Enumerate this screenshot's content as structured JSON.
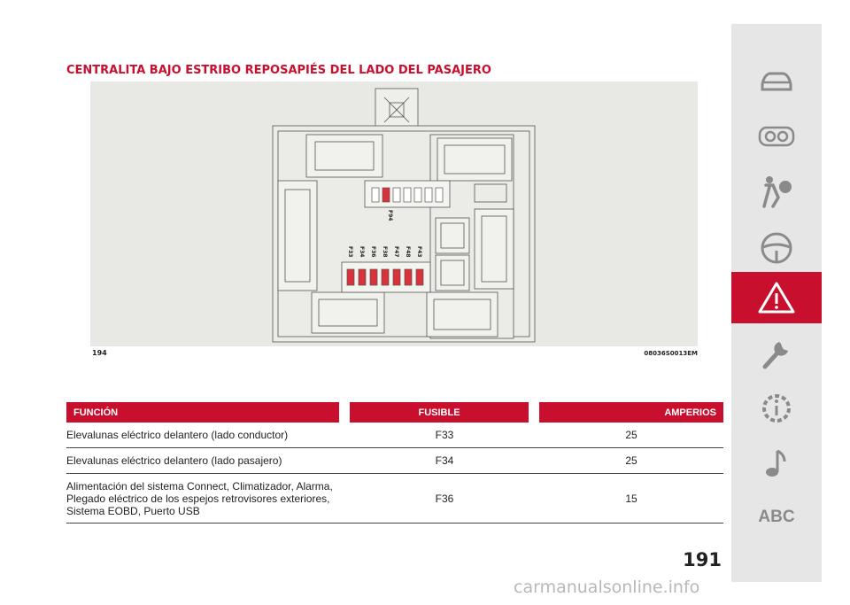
{
  "section_title": "CENTRALITA BAJO ESTRIBO REPOSAPIÉS DEL LADO DEL PASAJERO",
  "figure": {
    "number": "194",
    "code": "08036S0013EM",
    "fuse_labels": [
      "F33",
      "F34",
      "F36",
      "F38",
      "F47",
      "F48",
      "F43"
    ],
    "top_label": "F94"
  },
  "table": {
    "headers": [
      "FUNCIÓN",
      "FUSIBLE",
      "AMPERIOS"
    ],
    "rows": [
      {
        "funcion": "Elevalunas eléctrico delantero (lado conductor)",
        "fusible": "F33",
        "amperios": "25"
      },
      {
        "funcion": "Elevalunas eléctrico delantero (lado pasajero)",
        "fusible": "F34",
        "amperios": "25"
      },
      {
        "funcion_lines": [
          "Alimentación del sistema Connect, Climatizador, Alarma,",
          "Plegado eléctrico de los espejos retrovisores exteriores,",
          "Sistema EOBD, Puerto USB"
        ],
        "fusible": "F36",
        "amperios": "15"
      }
    ]
  },
  "sidebar": {
    "items": [
      {
        "icon": "car-icon"
      },
      {
        "icon": "dashboard-icon"
      },
      {
        "icon": "airbag-icon"
      },
      {
        "icon": "steering-wheel-icon"
      },
      {
        "icon": "warning-triangle-icon",
        "active": true
      },
      {
        "icon": "wrench-icon"
      },
      {
        "icon": "info-gear-icon"
      },
      {
        "icon": "music-note-icon"
      },
      {
        "icon": "abc-icon",
        "label": "ABC"
      }
    ],
    "active_color": "#c8102e"
  },
  "page_number": "191",
  "watermark": "carmanualsonline.info"
}
